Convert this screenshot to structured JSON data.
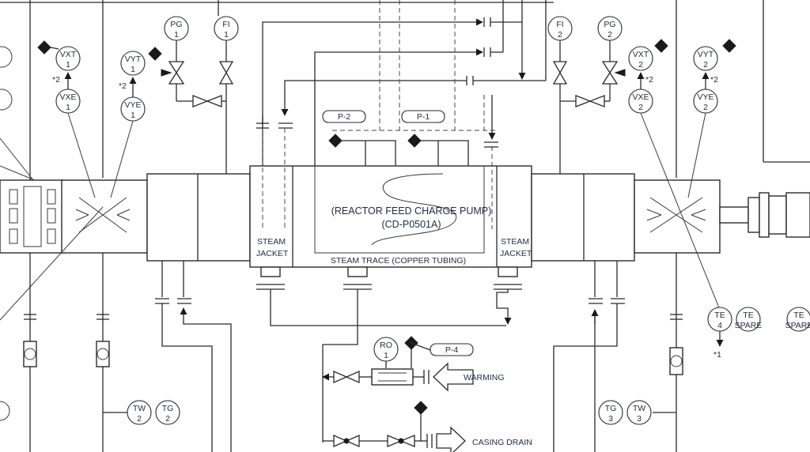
{
  "pump": {
    "name": "(REACTOR FEED CHARGE PUMP)",
    "tag": "(CD-P0501A)",
    "steam_jacket_left": [
      "STEAM",
      "JACKET"
    ],
    "steam_jacket_right": [
      "STEAM",
      "JACKET"
    ],
    "steam_trace": "STEAM TRACE (COPPER TUBING)"
  },
  "instruments": {
    "pg1": [
      "PG",
      "1"
    ],
    "fi1": [
      "FI",
      "1"
    ],
    "vxt1": [
      "VXT",
      "1"
    ],
    "vyt1": [
      "VYT",
      "1"
    ],
    "vxe1": [
      "VXE",
      "1"
    ],
    "vye1": [
      "VYE",
      "1"
    ],
    "fi2": [
      "FI",
      "2"
    ],
    "pg2": [
      "PG",
      "2"
    ],
    "vxt2": [
      "VXT",
      "2"
    ],
    "vyt2": [
      "VYT",
      "2"
    ],
    "vxe2": [
      "VXE",
      "2"
    ],
    "vye2": [
      "VYE",
      "2"
    ],
    "tw2": [
      "TW",
      "2"
    ],
    "tg2": [
      "TG",
      "2"
    ],
    "tg3": [
      "TG",
      "3"
    ],
    "tw3": [
      "TW",
      "3"
    ],
    "te4": [
      "TE",
      "4"
    ],
    "te_spare1": [
      "TE",
      "SPARE"
    ],
    "te_spare2": [
      "TE",
      "SPARE"
    ],
    "ro1": [
      "RO",
      "1"
    ]
  },
  "notes": {
    "n2a": "*2",
    "n2b": "*2",
    "n2c": "*2",
    "n2d": "*2",
    "n1": "*1"
  },
  "pipes": {
    "p2": "P-2",
    "p1": "P-1",
    "p4": "P-4"
  },
  "lines": {
    "warming": "WARMING",
    "casing_drain": "CASING DRAIN"
  }
}
